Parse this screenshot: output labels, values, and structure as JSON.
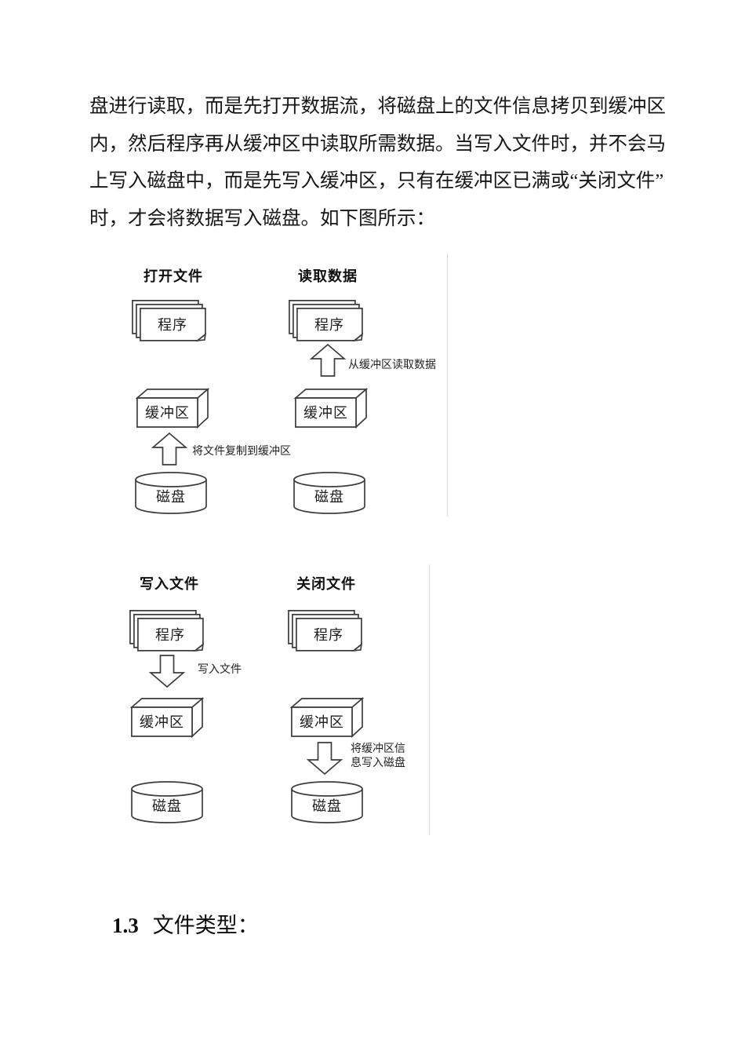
{
  "document": {
    "paragraph_lines": [
      "盘进行读取，而是先打开数据流，将磁盘上的文件信息拷贝到缓冲区",
      "内，然后程序再从缓冲区中读取所需数据。当写入文件时，并不会马",
      "上写入磁盘中，而是先写入缓冲区，只有在缓冲区已满或“关闭文件”",
      "时，才会将数据写入磁盘。如下图所示："
    ],
    "section_heading": {
      "number": "1.3",
      "title": "文件类型："
    }
  },
  "figure_open_read": {
    "open_file": {
      "title": "打开文件",
      "program": "程序",
      "buffer": "缓冲区",
      "disk": "磁盘",
      "arrow_label": "将文件复制到缓冲区"
    },
    "read_data": {
      "title": "读取数据",
      "program": "程序",
      "buffer": "缓冲区",
      "disk": "磁盘",
      "arrow_label": "从缓冲区读取数据"
    }
  },
  "figure_write_close": {
    "write_file": {
      "title": "写入文件",
      "program": "程序",
      "buffer": "缓冲区",
      "disk": "磁盘",
      "arrow_label": "写入文件"
    },
    "close_file": {
      "title": "关闭文件",
      "program": "程序",
      "buffer": "缓冲区",
      "disk": "磁盘",
      "arrow_label_line1": "将缓冲区信",
      "arrow_label_line2": "息写入磁盘"
    }
  },
  "colors": {
    "page_bg": "#ffffff",
    "text": "#1a1a1a",
    "shape_stroke": "#3d3d3d",
    "figure_border": "#dcdcdc"
  }
}
